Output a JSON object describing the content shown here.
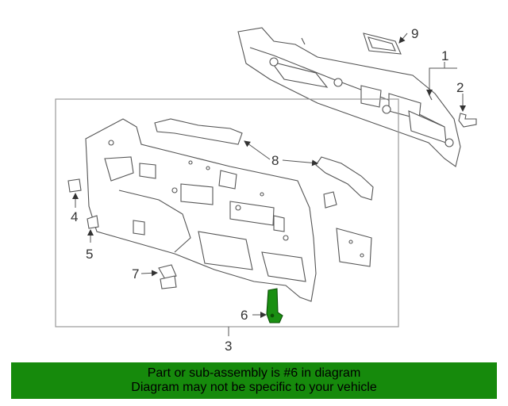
{
  "callouts": {
    "c1": "1",
    "c2": "2",
    "c3": "3",
    "c4": "4",
    "c5": "5",
    "c6": "6",
    "c7": "7",
    "c8": "8",
    "c9": "9"
  },
  "banner": {
    "line1": "Part or sub-assembly is #6 in diagram",
    "line2": "Diagram may not be specific to your vehicle"
  },
  "colors": {
    "banner_bg": "#168a0c",
    "highlight": "#1a8f12",
    "line": "#555555"
  }
}
